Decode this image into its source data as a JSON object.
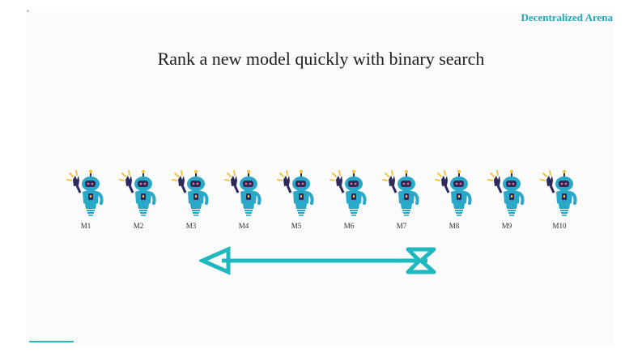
{
  "header": {
    "brand": "Decentralized Arena"
  },
  "slide": {
    "title": "Rank a new model quickly with binary search"
  },
  "models": [
    {
      "label": "M1",
      "icon": "robot-icon"
    },
    {
      "label": "M2",
      "icon": "robot-icon"
    },
    {
      "label": "M3",
      "icon": "robot-icon"
    },
    {
      "label": "M4",
      "icon": "robot-icon"
    },
    {
      "label": "M5",
      "icon": "robot-icon"
    },
    {
      "label": "M6",
      "icon": "robot-icon"
    },
    {
      "label": "M7",
      "icon": "robot-icon"
    },
    {
      "label": "M8",
      "icon": "robot-icon"
    },
    {
      "label": "M9",
      "icon": "robot-icon"
    },
    {
      "label": "M10",
      "icon": "robot-icon"
    }
  ],
  "colors": {
    "accent": "#1fb8bf",
    "robot_body": "#29a9c7",
    "robot_dark": "#2d2a5a",
    "spark": "#f5c242"
  }
}
